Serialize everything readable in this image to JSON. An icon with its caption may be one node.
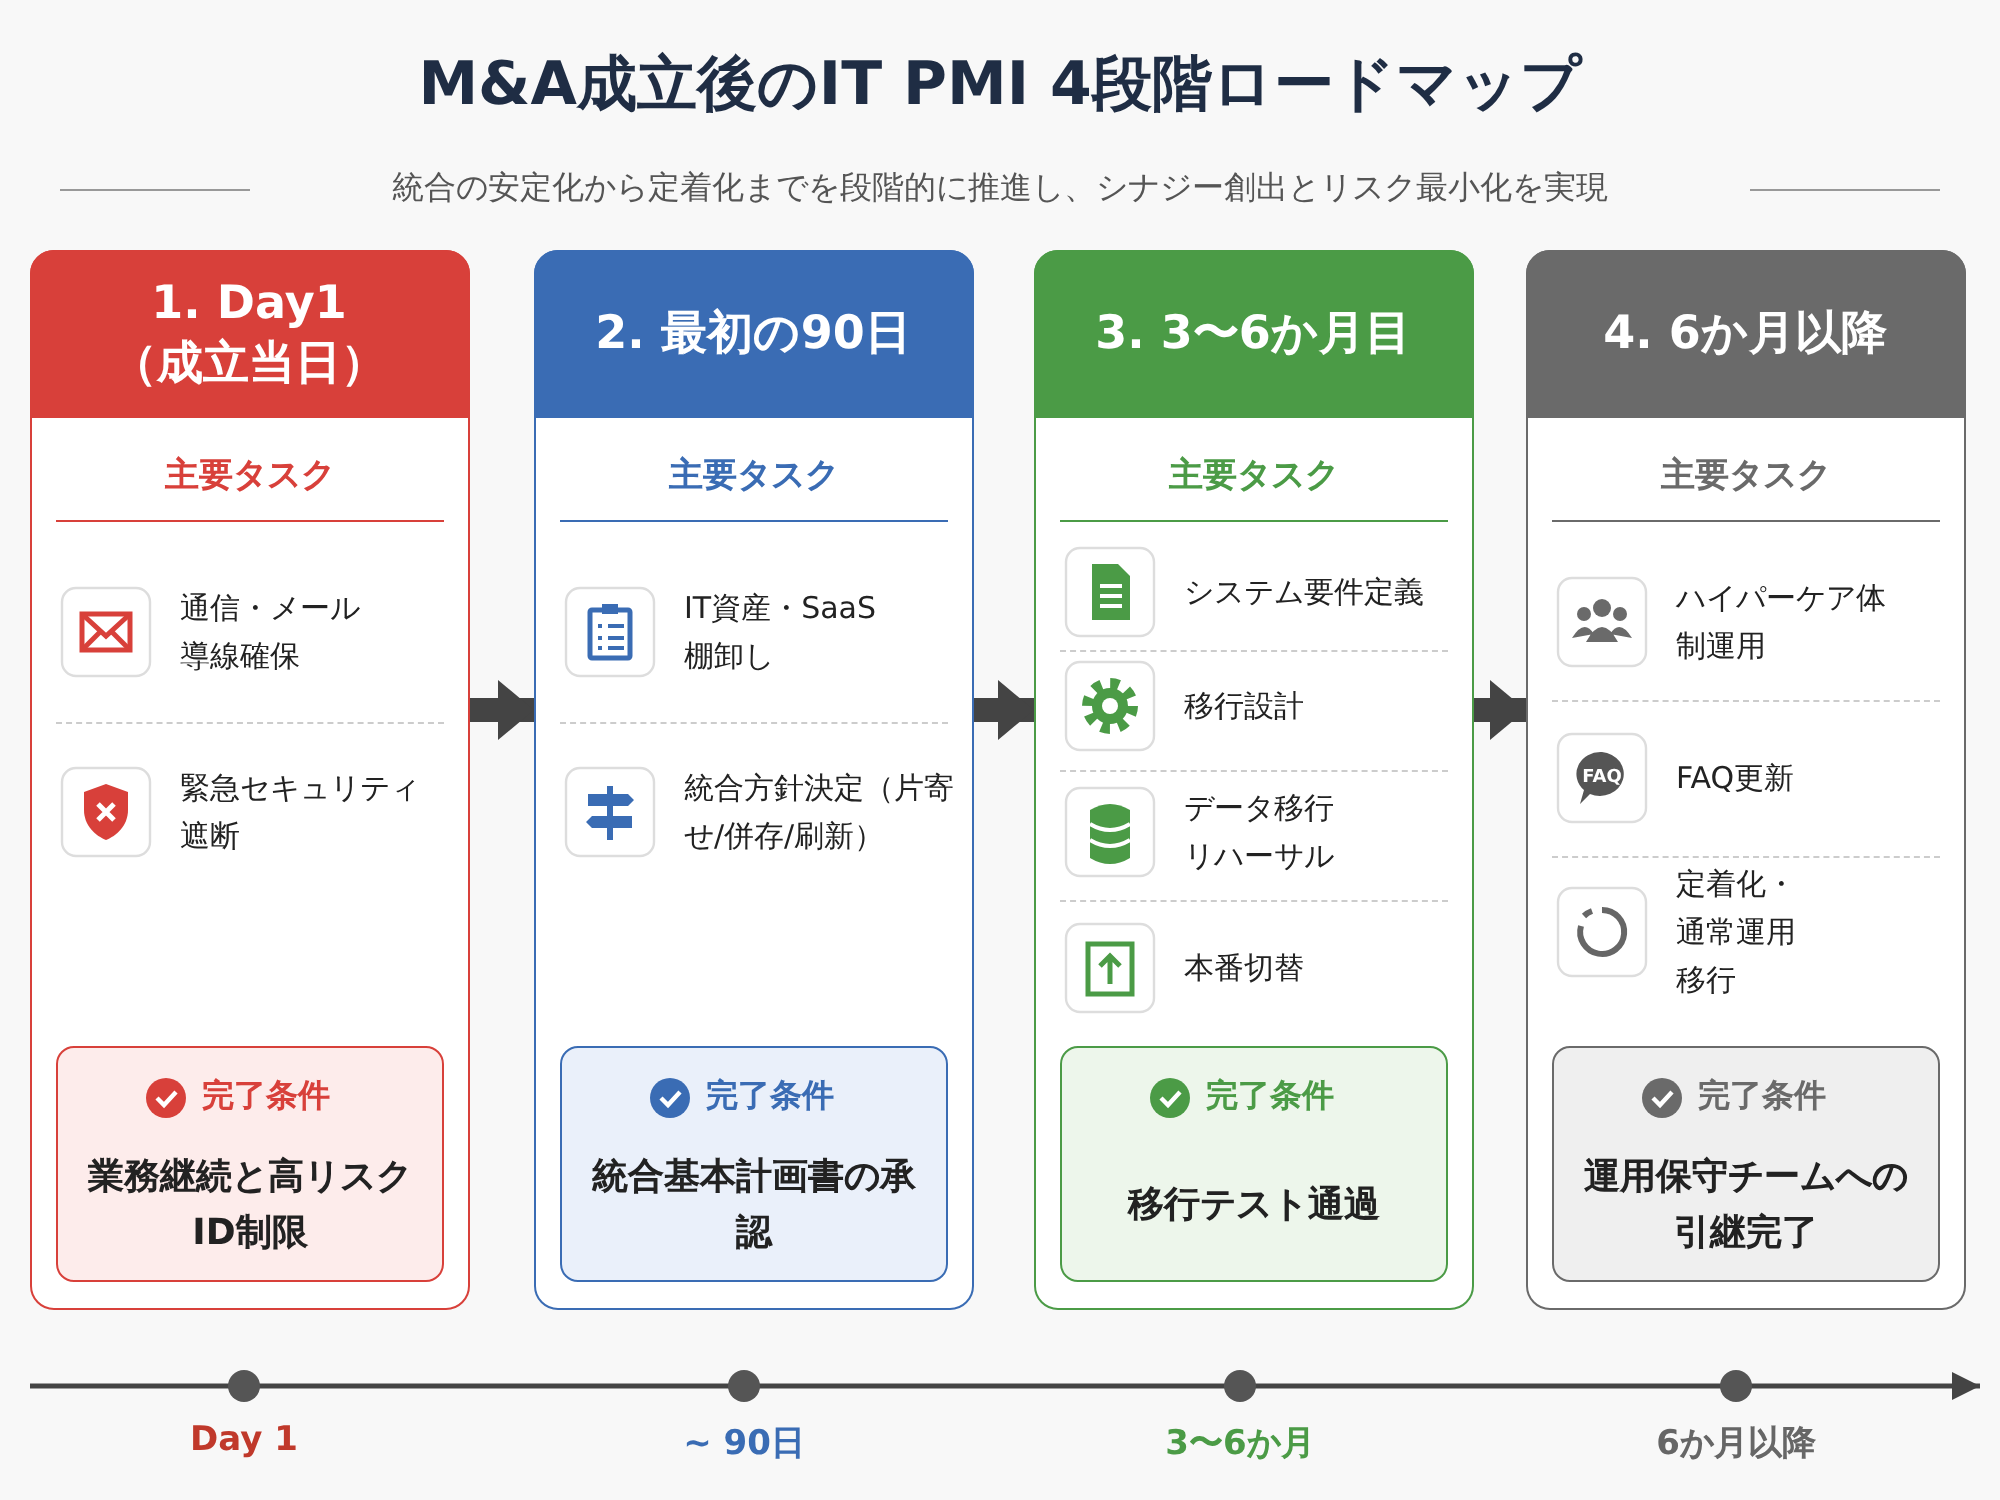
{
  "diagram": {
    "title": "M&A成立後のIT PMI 4段階ロードマップ",
    "nodes": [
      {
        "text": [
          "1. Day1 （成立当日）",
          "主要タスク",
          "通信・メール導線確保",
          "緊急セキュリティ遮断"
        ]
      },
      {
        "text": [
          "完了条件",
          "業務継続と高リスクID制限"
        ],
        "in": 0
      },
      {
        "text": [
          "2. 最初の90日",
          "主要タスク",
          "IT資産・SaaS棚卸し",
          "統合方針決定（片寄せ/併存/刷新）"
        ]
      },
      {
        "text": [
          "完了条件",
          "統合基本計画書の承認"
        ],
        "in": 2
      },
      {
        "text": [
          "3. 3〜6か月目",
          "主要タスク",
          "システム要件定義",
          "移行設計",
          "データ移行リハーサル",
          "本番切替"
        ]
      },
      {
        "text": [
          "完了条件",
          "移行テスト通過"
        ],
        "in": 4
      },
      {
        "text": [
          "4. 6か月以降",
          "主要タスク",
          "ハイパーケア体制運用",
          "FAQ更新",
          "定着化・通常運用移行"
        ]
      },
      {
        "text": [
          "完了条件",
          "運用保守チームへの引継完了"
        ],
        "in": 6
      }
    ],
    "edges": [
      {
        "from": 0,
        "to": 2,
        "arrow": "to"
      },
      {
        "from": 2,
        "to": 4,
        "arrow": "to"
      },
      {
        "from": 4,
        "to": 6,
        "arrow": "to"
      }
    ],
    "labels": [
      "統合の安定化から定着化までを段階的に推進し、シナジー創出とリスク最小化を実現",
      "FAQ",
      "Day 1",
      "~ 90日",
      "3〜6か月",
      "6か月以降"
    ]
  }
}
